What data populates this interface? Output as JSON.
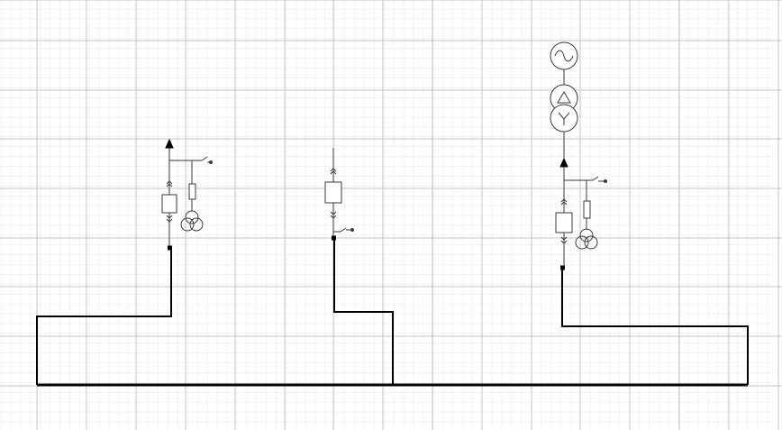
{
  "canvas": {
    "background": "#ffffff",
    "grid_minor_color": "#e3e3e3",
    "grid_major_color": "#c4c4c4",
    "stroke_color": "#000000",
    "symbol_color": "#3a3a3a"
  },
  "diagram": {
    "kind": "single-line electrical schematic",
    "main_busbar": "busbar",
    "feeders": [
      {
        "id": "feeder-left",
        "symbols": [
          "arrow-up-icon",
          "earthing-switch-icon",
          "withdrawable-contact-icon",
          "circuit-breaker-icon",
          "fuse-icon",
          "voltage-transformer-icon"
        ]
      },
      {
        "id": "feeder-middle",
        "symbols": [
          "withdrawable-contact-icon",
          "circuit-breaker-icon",
          "earthing-switch-icon"
        ]
      },
      {
        "id": "feeder-right",
        "symbols": [
          "generator-icon",
          "delta-winding-icon",
          "wye-winding-icon",
          "arrow-up-icon",
          "earthing-switch-icon",
          "withdrawable-contact-icon",
          "circuit-breaker-icon",
          "fuse-icon",
          "voltage-transformer-icon"
        ]
      }
    ]
  }
}
